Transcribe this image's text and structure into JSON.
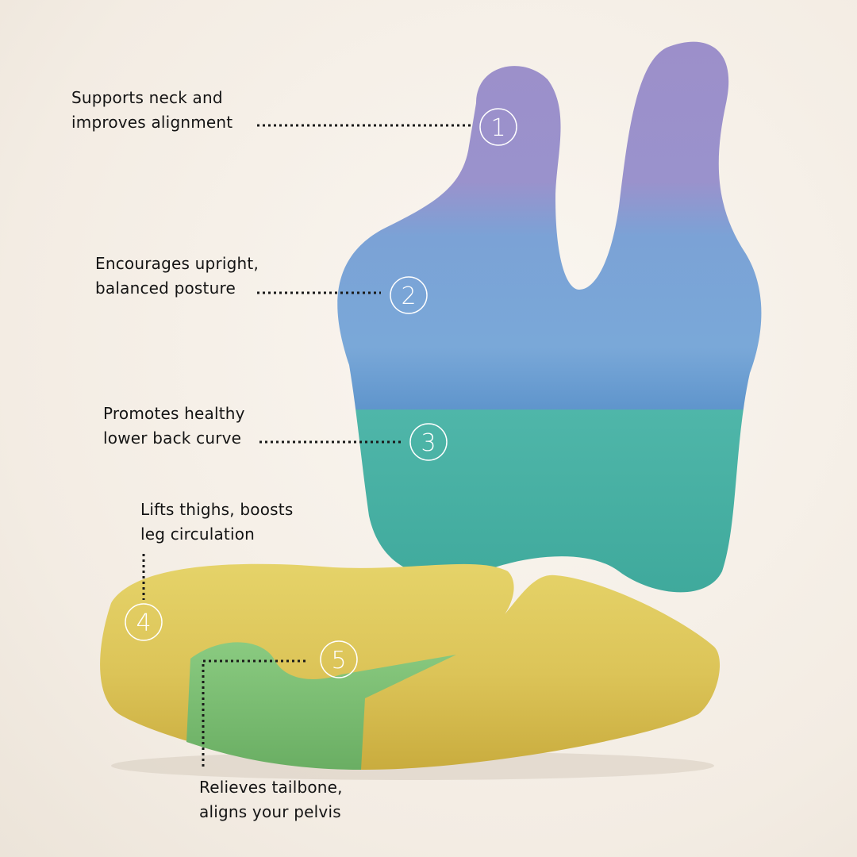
{
  "callouts": [
    {
      "number": "1",
      "line1": "Supports neck and",
      "line2": "improves alignment"
    },
    {
      "number": "2",
      "line1": "Encourages upright,",
      "line2": "balanced posture"
    },
    {
      "number": "3",
      "line1": "Promotes healthy",
      "line2": "lower back curve"
    },
    {
      "number": "4",
      "line1": "Lifts thighs, boosts",
      "line2": "leg circulation"
    },
    {
      "number": "5",
      "line1": "Relieves tailbone,",
      "line2": "aligns your pelvis"
    }
  ],
  "colors": {
    "neck": "#9a8fc8",
    "back": "#6f9fd4",
    "lumbar": "#4db6a8",
    "seat": "#dcc457",
    "tailbone": "#79bd72"
  }
}
